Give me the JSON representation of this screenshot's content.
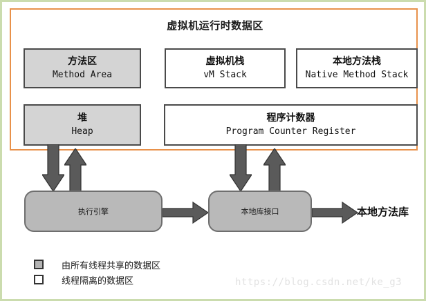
{
  "diagram": {
    "title": "虚拟机运行时数据区",
    "frame_color": "#e8914a",
    "page_border_color": "#cbdcae"
  },
  "memory_areas": [
    {
      "id": "method-area",
      "cn": "方法区",
      "en": "Method Area",
      "type": "shared"
    },
    {
      "id": "vm-stack",
      "cn": "虚拟机栈",
      "en": "vM Stack",
      "type": "isolated"
    },
    {
      "id": "native-stack",
      "cn": "本地方法栈",
      "en": "Native Method Stack",
      "type": "isolated"
    },
    {
      "id": "heap",
      "cn": "堆",
      "en": "Heap",
      "type": "shared"
    },
    {
      "id": "pc-register",
      "cn": "程序计数器",
      "en": "Program Counter Register",
      "type": "isolated"
    }
  ],
  "process_boxes": [
    {
      "id": "exec-engine",
      "label": "执行引擎"
    },
    {
      "id": "native-iface",
      "label": "本地库接口"
    }
  ],
  "native_library_label": "本地方法库",
  "legend": {
    "items": [
      {
        "swatch": "shared",
        "label": "由所有线程共享的数据区"
      },
      {
        "swatch": "isolated",
        "label": "线程隔离的数据区"
      }
    ]
  },
  "watermark": "https://blog.csdn.net/ke_g3",
  "arrow_color": "#5a5a5a"
}
